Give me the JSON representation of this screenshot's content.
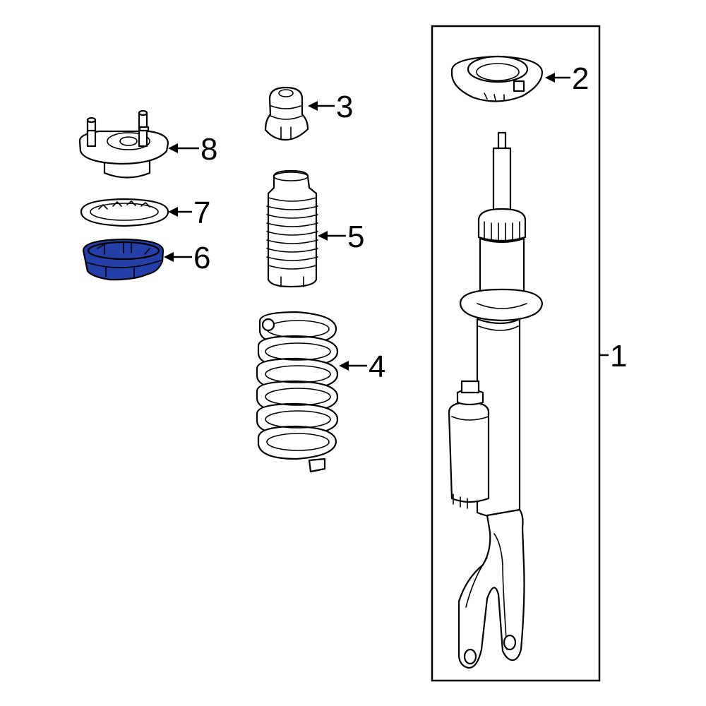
{
  "highlight_color": "#2440a8",
  "callouts": {
    "c1": "1",
    "c2": "2",
    "c3": "3",
    "c4": "4",
    "c5": "5",
    "c6": "6",
    "c7": "7",
    "c8": "8"
  },
  "highlighted_part": "6"
}
